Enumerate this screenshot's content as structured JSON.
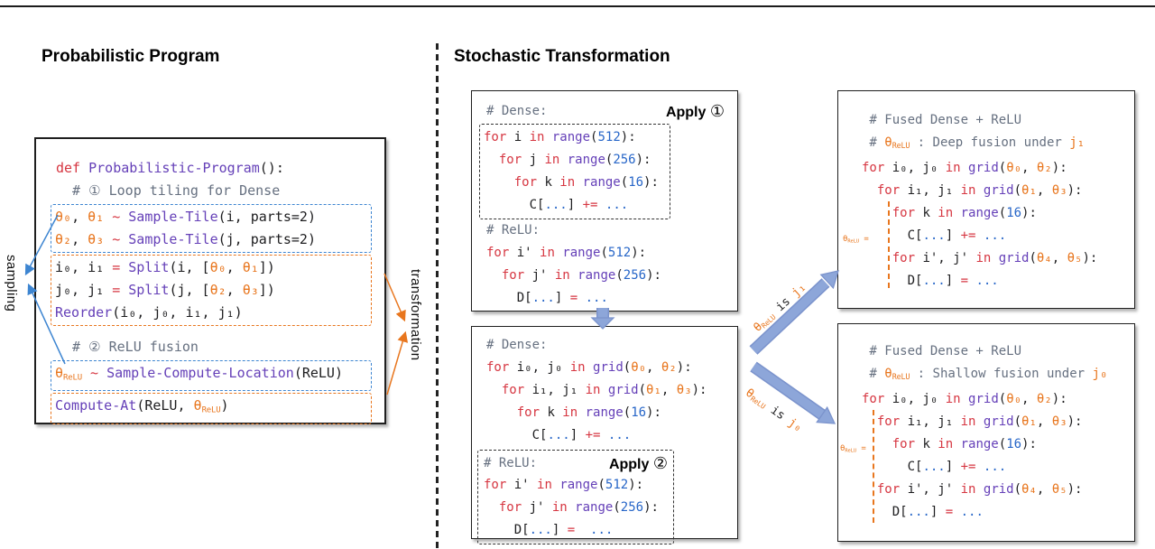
{
  "colors": {
    "kw": "#d63641",
    "fn": "#6540b8",
    "num": "#2766c8",
    "theta": "#e8761e",
    "comment": "#667080",
    "plain": "#1d1d1f",
    "blue_box": "#3d85d1",
    "orange_box": "#e8761e",
    "black_dash": "#333333",
    "thin_blue_arrow": "#3d85d1",
    "thin_orange_arrow": "#e8761e",
    "big_arrow": "#8da6d9",
    "big_arrow_edge": "#7b93cc",
    "panel_border": "#1f1f1f"
  },
  "left": {
    "title": "Probabilistic Program",
    "sampling_label": "sampling",
    "transformation_label": "transformation",
    "head_lines": [
      [
        [
          "def ",
          "k"
        ],
        [
          "Probabilistic-Program",
          "f"
        ],
        [
          "():",
          "p"
        ]
      ],
      [
        [
          "  # ① Loop tiling for Dense",
          "c"
        ]
      ]
    ],
    "tile_sample_lines": [
      [
        [
          "θ₀",
          "o"
        ],
        [
          ", ",
          "p"
        ],
        [
          "θ₁",
          "o"
        ],
        [
          " ~ ",
          "k"
        ],
        [
          "Sample-Tile",
          "f"
        ],
        [
          "(i, parts=2)",
          "p"
        ]
      ],
      [
        [
          "θ₂",
          "o"
        ],
        [
          ", ",
          "p"
        ],
        [
          "θ₃",
          "o"
        ],
        [
          " ~ ",
          "k"
        ],
        [
          "Sample-Tile",
          "f"
        ],
        [
          "(j, parts=2)",
          "p"
        ]
      ]
    ],
    "tile_apply_lines": [
      [
        [
          "i₀, i₁ ",
          "p"
        ],
        [
          "= ",
          "k"
        ],
        [
          "Split",
          "f"
        ],
        [
          "(i, [",
          "p"
        ],
        [
          "θ₀",
          "o"
        ],
        [
          ", ",
          "p"
        ],
        [
          "θ₁",
          "o"
        ],
        [
          "])",
          "p"
        ]
      ],
      [
        [
          "j₀, j₁ ",
          "p"
        ],
        [
          "= ",
          "k"
        ],
        [
          "Split",
          "f"
        ],
        [
          "(j, [",
          "p"
        ],
        [
          "θ₂",
          "o"
        ],
        [
          ", ",
          "p"
        ],
        [
          "θ₃",
          "o"
        ],
        [
          "])",
          "p"
        ]
      ],
      [
        [
          "Reorder",
          "f"
        ],
        [
          "(i₀, j₀, i₁, j₁)",
          "p"
        ]
      ]
    ],
    "fusion_comment": [
      [
        [
          "  # ② ReLU fusion",
          "c"
        ]
      ]
    ],
    "fusion_sample_lines": [
      [
        [
          "θ",
          "o"
        ],
        [
          "ReLU",
          "o sb"
        ],
        [
          " ~ ",
          "k"
        ],
        [
          "Sample-Compute-Location",
          "f"
        ],
        [
          "(ReLU)",
          "p"
        ]
      ]
    ],
    "fusion_apply_lines": [
      [
        [
          "Compute-At",
          "f"
        ],
        [
          "(ReLU, ",
          "p"
        ],
        [
          "θ",
          "o"
        ],
        [
          "ReLU",
          "o sb"
        ],
        [
          ")",
          "p"
        ]
      ]
    ]
  },
  "right": {
    "title": "Stochastic Transformation"
  },
  "mid_top": {
    "header_comment": [
      [
        [
          "# Dense:",
          "c"
        ]
      ]
    ],
    "apply_label": "Apply",
    "apply_num": "①",
    "dense_lines": [
      [
        [
          "for ",
          "k"
        ],
        [
          "i ",
          "p"
        ],
        [
          "in ",
          "k"
        ],
        [
          "range",
          "f"
        ],
        [
          "(",
          "p"
        ],
        [
          "512",
          "n"
        ],
        [
          "):",
          "p"
        ]
      ],
      [
        [
          "  for ",
          "k"
        ],
        [
          "j ",
          "p"
        ],
        [
          "in ",
          "k"
        ],
        [
          "range",
          "f"
        ],
        [
          "(",
          "p"
        ],
        [
          "256",
          "n"
        ],
        [
          "):",
          "p"
        ]
      ],
      [
        [
          "    for ",
          "k"
        ],
        [
          "k ",
          "p"
        ],
        [
          "in ",
          "k"
        ],
        [
          "range",
          "f"
        ],
        [
          "(",
          "p"
        ],
        [
          "16",
          "n"
        ],
        [
          "):",
          "p"
        ]
      ],
      [
        [
          "      C[",
          "p"
        ],
        [
          "...",
          "n"
        ],
        [
          "] ",
          "p"
        ],
        [
          "+= ",
          "k"
        ],
        [
          "...",
          "n"
        ]
      ]
    ],
    "relu_lines": [
      [
        [
          "# ReLU:",
          "c"
        ]
      ],
      [
        [
          "for ",
          "k"
        ],
        [
          "i' ",
          "p"
        ],
        [
          "in ",
          "k"
        ],
        [
          "range",
          "f"
        ],
        [
          "(",
          "p"
        ],
        [
          "512",
          "n"
        ],
        [
          "):",
          "p"
        ]
      ],
      [
        [
          "  for ",
          "k"
        ],
        [
          "j' ",
          "p"
        ],
        [
          "in ",
          "k"
        ],
        [
          "range",
          "f"
        ],
        [
          "(",
          "p"
        ],
        [
          "256",
          "n"
        ],
        [
          "):",
          "p"
        ]
      ],
      [
        [
          "    D[",
          "p"
        ],
        [
          "...",
          "n"
        ],
        [
          "] ",
          "p"
        ],
        [
          "= ",
          "k"
        ],
        [
          "...",
          "n"
        ]
      ]
    ]
  },
  "mid_bottom": {
    "dense_lines": [
      [
        [
          "# Dense:",
          "c"
        ]
      ],
      [
        [
          "for ",
          "k"
        ],
        [
          "i₀, j₀ ",
          "p"
        ],
        [
          "in ",
          "k"
        ],
        [
          "grid",
          "f"
        ],
        [
          "(",
          "p"
        ],
        [
          "θ₀",
          "o"
        ],
        [
          ", ",
          "p"
        ],
        [
          "θ₂",
          "o"
        ],
        [
          "):",
          "p"
        ]
      ],
      [
        [
          "  for ",
          "k"
        ],
        [
          "i₁, j₁ ",
          "p"
        ],
        [
          "in ",
          "k"
        ],
        [
          "grid",
          "f"
        ],
        [
          "(",
          "p"
        ],
        [
          "θ₁",
          "o"
        ],
        [
          ", ",
          "p"
        ],
        [
          "θ₃",
          "o"
        ],
        [
          "):",
          "p"
        ]
      ],
      [
        [
          "    for ",
          "k"
        ],
        [
          "k ",
          "p"
        ],
        [
          "in ",
          "k"
        ],
        [
          "range",
          "f"
        ],
        [
          "(",
          "p"
        ],
        [
          "16",
          "n"
        ],
        [
          "):",
          "p"
        ]
      ],
      [
        [
          "      C[",
          "p"
        ],
        [
          "...",
          "n"
        ],
        [
          "] ",
          "p"
        ],
        [
          "+= ",
          "k"
        ],
        [
          "...",
          "n"
        ]
      ]
    ],
    "relu_comment": [
      [
        [
          "# ReLU:",
          "c"
        ]
      ]
    ],
    "apply_label": "Apply",
    "apply_num": "②",
    "relu_lines": [
      [
        [
          "for ",
          "k"
        ],
        [
          "i' ",
          "p"
        ],
        [
          "in ",
          "k"
        ],
        [
          "range",
          "f"
        ],
        [
          "(",
          "p"
        ],
        [
          "512",
          "n"
        ],
        [
          "):",
          "p"
        ]
      ],
      [
        [
          "  for ",
          "k"
        ],
        [
          "j' ",
          "p"
        ],
        [
          "in ",
          "k"
        ],
        [
          "range",
          "f"
        ],
        [
          "(",
          "p"
        ],
        [
          "256",
          "n"
        ],
        [
          "):",
          "p"
        ]
      ],
      [
        [
          "    D[",
          "p"
        ],
        [
          "...",
          "n"
        ],
        [
          "] ",
          "p"
        ],
        [
          "= ",
          "k"
        ],
        [
          " ...",
          "n"
        ]
      ]
    ]
  },
  "right_top": {
    "lines": [
      [
        [
          " # Fused Dense + ReLU",
          "c"
        ]
      ],
      [
        [
          " # ",
          "c"
        ],
        [
          "θ",
          "o"
        ],
        [
          "ReLU",
          "o sb"
        ],
        [
          " : Deep fusion under ",
          "c"
        ],
        [
          "j₁",
          "o"
        ]
      ],
      [
        [
          "for ",
          "k"
        ],
        [
          "i₀, j₀ ",
          "p"
        ],
        [
          "in ",
          "k"
        ],
        [
          "grid",
          "f"
        ],
        [
          "(",
          "p"
        ],
        [
          "θ₀",
          "o"
        ],
        [
          ", ",
          "p"
        ],
        [
          "θ₂",
          "o"
        ],
        [
          "):",
          "p"
        ]
      ],
      [
        [
          "  for ",
          "k"
        ],
        [
          "i₁, j₁ ",
          "p"
        ],
        [
          "in ",
          "k"
        ],
        [
          "grid",
          "f"
        ],
        [
          "(",
          "p"
        ],
        [
          "θ₁",
          "o"
        ],
        [
          ", ",
          "p"
        ],
        [
          "θ₃",
          "o"
        ],
        [
          "):",
          "p"
        ]
      ],
      [
        [
          "    for ",
          "k"
        ],
        [
          "k ",
          "p"
        ],
        [
          "in ",
          "k"
        ],
        [
          "range",
          "f"
        ],
        [
          "(",
          "p"
        ],
        [
          "16",
          "n"
        ],
        [
          "):",
          "p"
        ]
      ],
      [
        [
          "      C[",
          "p"
        ],
        [
          "...",
          "n"
        ],
        [
          "] ",
          "p"
        ],
        [
          "+= ",
          "k"
        ],
        [
          "...",
          "n"
        ]
      ],
      [
        [
          "    for ",
          "k"
        ],
        [
          "i', j' ",
          "p"
        ],
        [
          "in ",
          "k"
        ],
        [
          "grid",
          "f"
        ],
        [
          "(",
          "p"
        ],
        [
          "θ₄",
          "o"
        ],
        [
          ", ",
          "p"
        ],
        [
          "θ₅",
          "o"
        ],
        [
          "):",
          "p"
        ]
      ],
      [
        [
          "      D[",
          "p"
        ],
        [
          "...",
          "n"
        ],
        [
          "] ",
          "p"
        ],
        [
          "= ",
          "k"
        ],
        [
          "...",
          "n"
        ]
      ]
    ],
    "bracket_label": [
      [
        [
          "θ",
          "o"
        ],
        [
          "ReLU",
          "o sb"
        ],
        [
          " =",
          "o"
        ]
      ]
    ]
  },
  "right_bottom": {
    "lines": [
      [
        [
          " # Fused Dense + ReLU",
          "c"
        ]
      ],
      [
        [
          " # ",
          "c"
        ],
        [
          "θ",
          "o"
        ],
        [
          "ReLU",
          "o sb"
        ],
        [
          " : Shallow fusion under ",
          "c"
        ],
        [
          "j₀",
          "o"
        ]
      ],
      [
        [
          "for ",
          "k"
        ],
        [
          "i₀, j₀ ",
          "p"
        ],
        [
          "in ",
          "k"
        ],
        [
          "grid",
          "f"
        ],
        [
          "(",
          "p"
        ],
        [
          "θ₀",
          "o"
        ],
        [
          ", ",
          "p"
        ],
        [
          "θ₂",
          "o"
        ],
        [
          "):",
          "p"
        ]
      ],
      [
        [
          "  for ",
          "k"
        ],
        [
          "i₁, j₁ ",
          "p"
        ],
        [
          "in ",
          "k"
        ],
        [
          "grid",
          "f"
        ],
        [
          "(",
          "p"
        ],
        [
          "θ₁",
          "o"
        ],
        [
          ", ",
          "p"
        ],
        [
          "θ₃",
          "o"
        ],
        [
          "):",
          "p"
        ]
      ],
      [
        [
          "    for ",
          "k"
        ],
        [
          "k ",
          "p"
        ],
        [
          "in ",
          "k"
        ],
        [
          "range",
          "f"
        ],
        [
          "(",
          "p"
        ],
        [
          "16",
          "n"
        ],
        [
          "):",
          "p"
        ]
      ],
      [
        [
          "      C[",
          "p"
        ],
        [
          "...",
          "n"
        ],
        [
          "] ",
          "p"
        ],
        [
          "+= ",
          "k"
        ],
        [
          "...",
          "n"
        ]
      ],
      [
        [
          "  for ",
          "k"
        ],
        [
          "i', j' ",
          "p"
        ],
        [
          "in ",
          "k"
        ],
        [
          "grid",
          "f"
        ],
        [
          "(",
          "p"
        ],
        [
          "θ₄",
          "o"
        ],
        [
          ", ",
          "p"
        ],
        [
          "θ₅",
          "o"
        ],
        [
          "):",
          "p"
        ]
      ],
      [
        [
          "    D[",
          "p"
        ],
        [
          "...",
          "n"
        ],
        [
          "] ",
          "p"
        ],
        [
          "= ",
          "k"
        ],
        [
          "...",
          "n"
        ]
      ]
    ],
    "bracket_label": [
      [
        [
          "θ",
          "o"
        ],
        [
          "ReLU",
          "o sb"
        ],
        [
          " =",
          "o"
        ]
      ]
    ]
  },
  "arrows": {
    "deep_label": [
      [
        [
          "θ",
          "o"
        ],
        [
          "ReLU",
          "o sb"
        ],
        [
          " is ",
          "p"
        ],
        [
          "j₁",
          "o"
        ]
      ]
    ],
    "shallow_label": [
      [
        [
          "θ",
          "o"
        ],
        [
          "ReLU",
          "o sb"
        ],
        [
          " is ",
          "p"
        ],
        [
          "j₀",
          "o"
        ]
      ]
    ]
  }
}
